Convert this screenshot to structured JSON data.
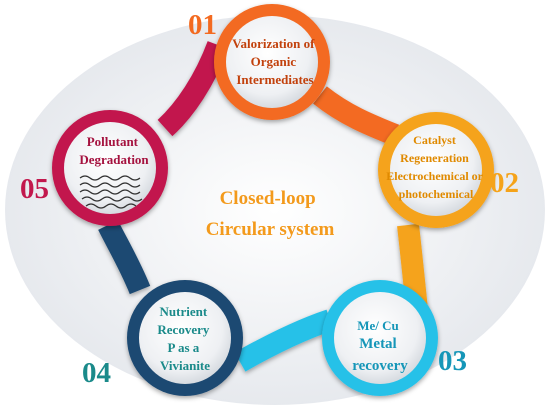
{
  "center": {
    "line1": "Closed-loop",
    "line2": "Circular system"
  },
  "nodes": [
    {
      "number": "01",
      "lines": [
        "Valorization of",
        "Organic",
        "Intermediates"
      ],
      "color": "#f36a20",
      "text_color": "#c2410c"
    },
    {
      "number": "02",
      "lines": [
        "Catalyst",
        "Regeneration",
        "Electrochemical or",
        "photochemical"
      ],
      "color": "#f5a31a",
      "text_color": "#e08a00"
    },
    {
      "number": "03",
      "lines": [
        "Me/ Cu",
        "Metal",
        "recovery"
      ],
      "color": "#28c1e8",
      "text_color": "#1596b8"
    },
    {
      "number": "04",
      "lines": [
        "Nutrient",
        "Recovery",
        "P as a",
        "Vivianite"
      ],
      "color": "#1f4a72",
      "text_color": "#1a8a8a"
    },
    {
      "number": "05",
      "lines": [
        "Pollutant",
        "Degradation"
      ],
      "color": "#c2184d",
      "text_color": "#a5123f"
    }
  ]
}
